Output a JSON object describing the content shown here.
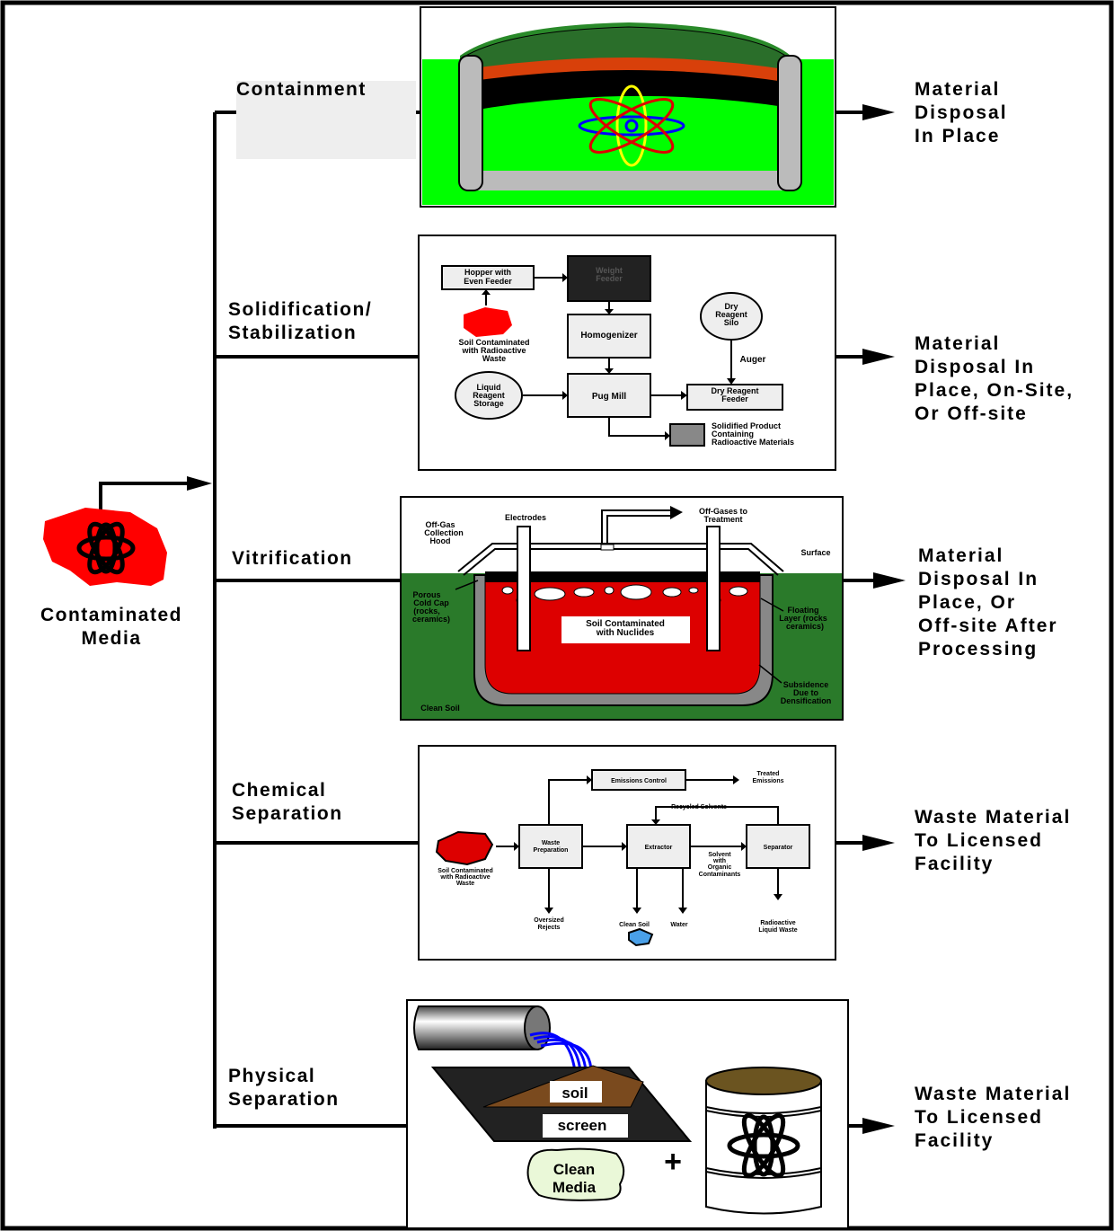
{
  "source": {
    "label": "Contaminated\nMedia"
  },
  "stages": {
    "containment": {
      "label": "Containment",
      "output": "Material\nDisposal\nIn Place"
    },
    "solidification": {
      "label": "Solidification/\nStabilization",
      "output": "Material\nDisposal In\nPlace, On-Site,\nOr Off-site",
      "diagram": {
        "hopper": [
          "Hopper with",
          "Even Feeder"
        ],
        "weight_feeder": [
          "Weight",
          "Feeder"
        ],
        "soil": [
          "Soil Contaminated",
          "with Radioactive",
          "Waste"
        ],
        "homogenizer": "Homogenizer",
        "silo": [
          "Dry",
          "Reagent",
          "Silo"
        ],
        "auger": "Auger",
        "liquid": [
          "Liquid",
          "Reagent",
          "Storage"
        ],
        "pug_mill": "Pug Mill",
        "dry_feeder": [
          "Dry Reagent",
          "Feeder"
        ],
        "product": [
          "Solidified Product",
          "Containing",
          "Radioactive Materials"
        ]
      }
    },
    "vitrification": {
      "label": "Vitrification",
      "output": "Material\nDisposal In\nPlace, Or\nOff-site After\nProcessing",
      "diagram": {
        "electrodes": "Electrodes",
        "offgases": [
          "Off-Gases to",
          "Treatment"
        ],
        "hood": [
          "Off-Gas",
          "Collection",
          "Hood"
        ],
        "surface": "Surface",
        "cold_cap": [
          "Porous",
          "Cold Cap",
          "(rocks,",
          "ceramics)"
        ],
        "soil": [
          "Soil Contaminated",
          "with Nuclides"
        ],
        "floating": [
          "Floating",
          "Layer (rocks",
          "ceramics)"
        ],
        "subsidence": [
          "Subsidence",
          "Due to",
          "Densification"
        ],
        "clean_soil": "Clean Soil"
      }
    },
    "chemical": {
      "label": "Chemical\nSeparation",
      "output": "Waste Material\nTo  Licensed\nFacility",
      "diagram": {
        "emissions": "Emissions Control",
        "treated": [
          "Treated",
          "Emissions"
        ],
        "recycled": "Recycled Solvents",
        "waste_prep": [
          "Waste",
          "Preparation"
        ],
        "extractor": "Extractor",
        "separator": "Separator",
        "solvent": [
          "Solvent",
          "with",
          "Organic",
          "Contaminants"
        ],
        "soil": [
          "Soil Contaminated",
          "with  Radioactive",
          "Waste"
        ],
        "oversized": [
          "Oversized",
          "Rejects"
        ],
        "clean_soil": "Clean Soil",
        "water": "Water",
        "liquid_waste": [
          "Radioactive",
          "Liquid Waste"
        ]
      }
    },
    "physical": {
      "label": "Physical\nSeparation",
      "output": "Waste Material\nTo  Licensed\nFacility",
      "diagram": {
        "soil": "soil",
        "screen": "screen",
        "plus": "+",
        "clean": [
          "Clean",
          "Media"
        ]
      }
    }
  }
}
